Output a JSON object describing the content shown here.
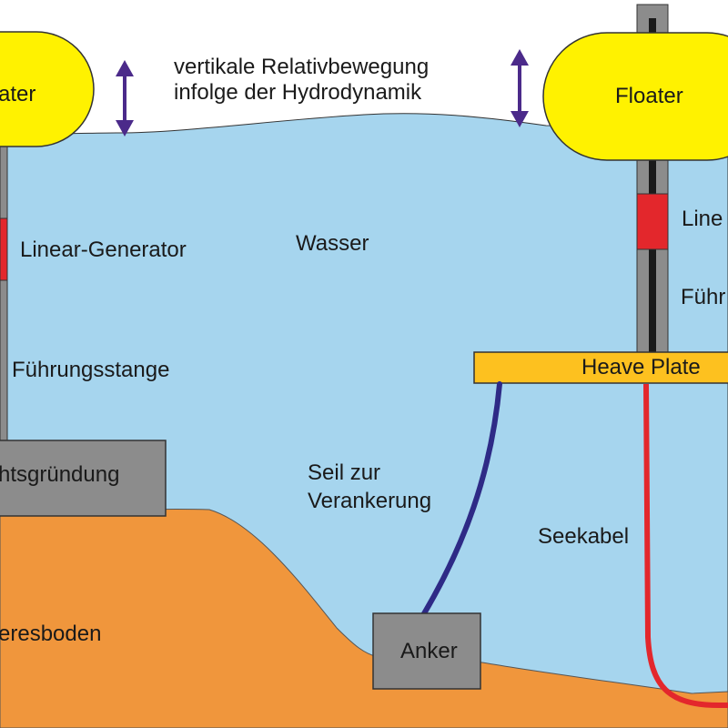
{
  "labels": {
    "motion_line1": "vertikale Relativbewegung",
    "motion_line2": "infolge der Hydrodynamik",
    "floater_left": "ater",
    "floater_right": "Floater",
    "generator_left": "Linear-Generator",
    "generator_right": "Line",
    "rod_left": "Führungsstange",
    "rod_right": "Führ",
    "water": "Wasser",
    "heave_plate": "Heave Plate",
    "foundation": "htsgründung",
    "rope_line1": "Seil zur",
    "rope_line2": "Verankerung",
    "cable": "Seekabel",
    "seabed": "eresboden",
    "anchor": "Anker"
  },
  "colors": {
    "water": "#a6d5ee",
    "seabed": "#f0963c",
    "floater": "#fff200",
    "heave_plate": "#fdc11f",
    "generator": "#e3272c",
    "rod": "#8c8c8c",
    "rod_core": "#1a1a1a",
    "block": "#8c8c8c",
    "rope": "#2e2a86",
    "cable": "#e3272c",
    "arrow": "#4b2a8a"
  }
}
